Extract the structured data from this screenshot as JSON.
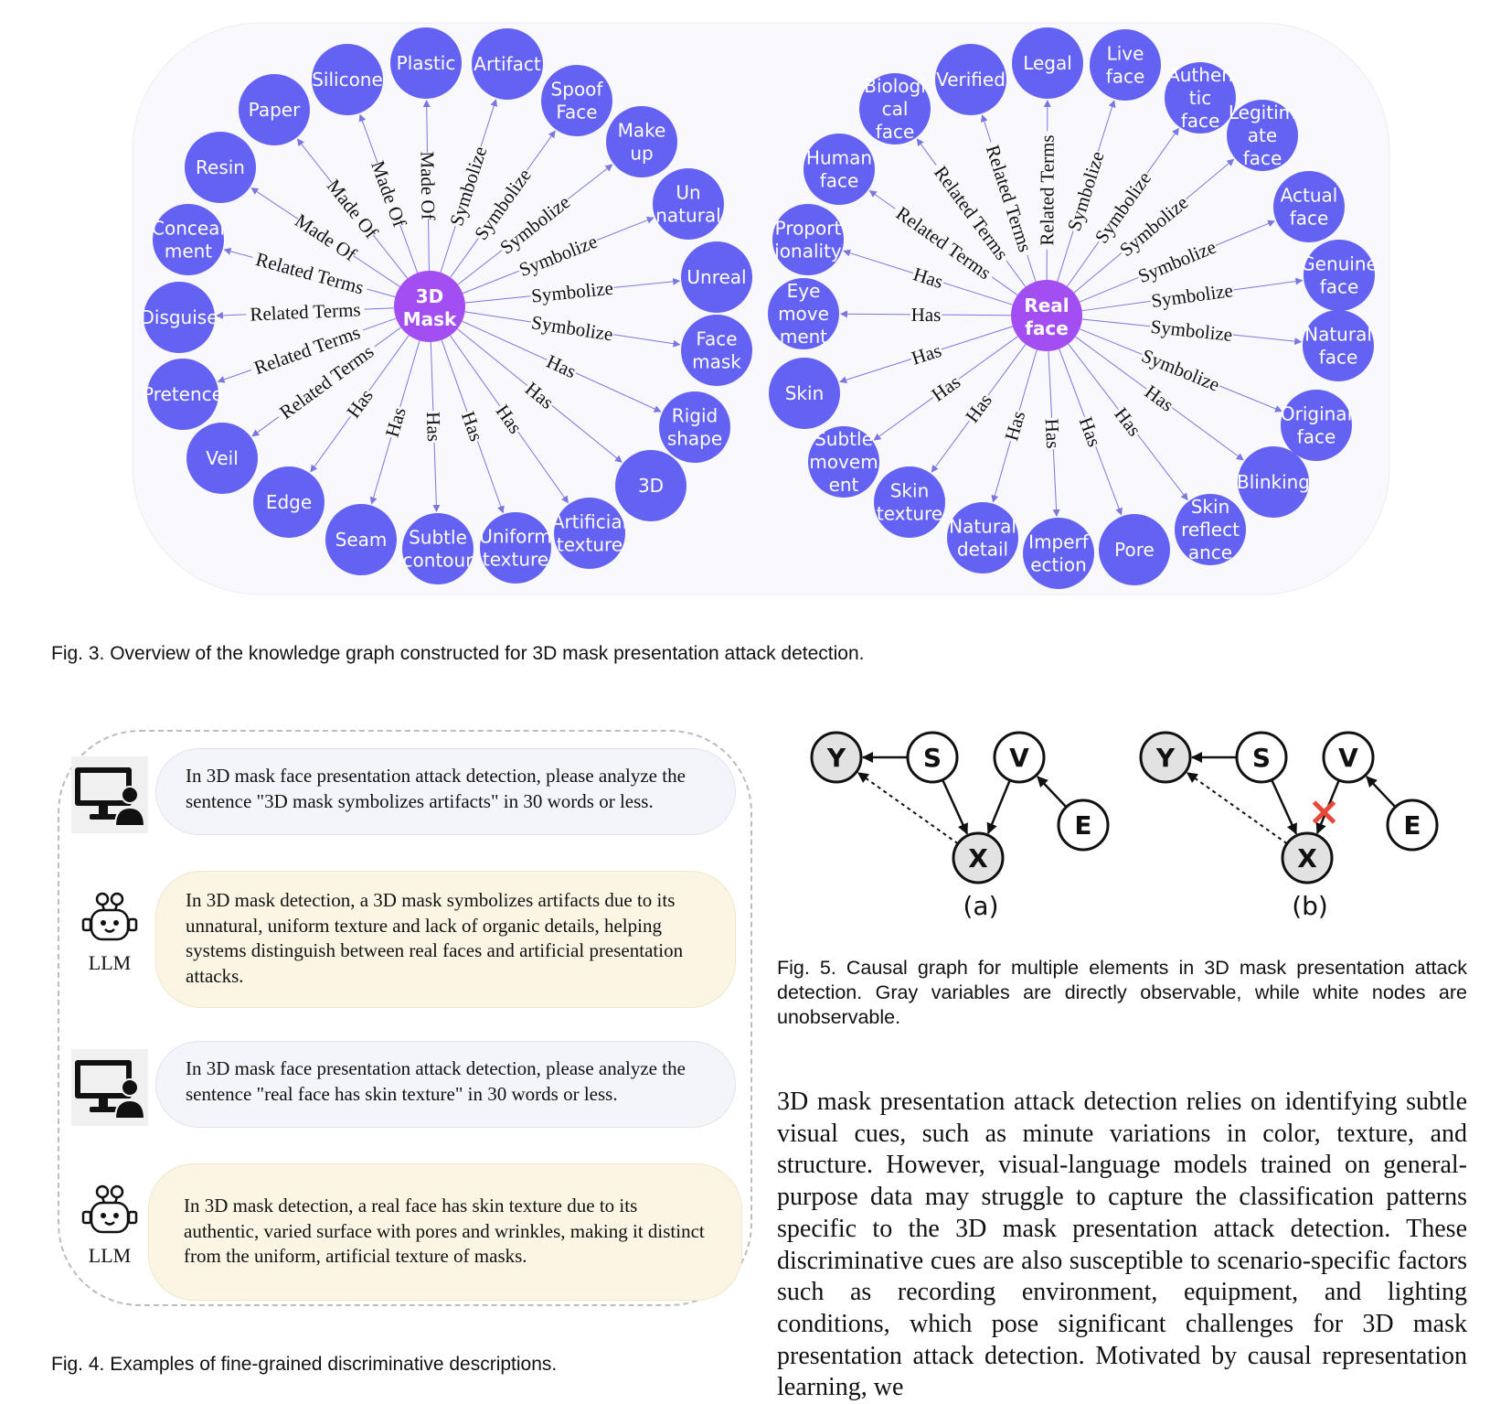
{
  "fig3": {
    "caption": "Fig. 3. Overview of the knowledge graph constructed for 3D mask presentation attack detection.",
    "mask_graph": {
      "center": "3D Mask",
      "nodes": [
        {
          "label": "Paper",
          "relation": "Made Of"
        },
        {
          "label": "Silicone",
          "relation": "Made Of"
        },
        {
          "label": "Plastic",
          "relation": "Made Of"
        },
        {
          "label": "Artifact",
          "relation": "Symbolize"
        },
        {
          "label": "Spoof Face",
          "relation": "Symbolize"
        },
        {
          "label": "Make up",
          "relation": "Symbolize"
        },
        {
          "label": "Un natural",
          "relation": "Symbolize"
        },
        {
          "label": "Unreal",
          "relation": "Symbolize"
        },
        {
          "label": "Face mask",
          "relation": "Symbolize"
        },
        {
          "label": "Rigid shape",
          "relation": "Has"
        },
        {
          "label": "3D",
          "relation": "Has"
        },
        {
          "label": "Artificial texture",
          "relation": "Has"
        },
        {
          "label": "Uniform texture",
          "relation": "Has"
        },
        {
          "label": "Subtle contour",
          "relation": "Has"
        },
        {
          "label": "Seam",
          "relation": "Has"
        },
        {
          "label": "Edge",
          "relation": "Has"
        },
        {
          "label": "Veil",
          "relation": "Related Terms"
        },
        {
          "label": "Pretence",
          "relation": "Related Terms"
        },
        {
          "label": "Disguise",
          "relation": "Related Terms"
        },
        {
          "label": "Conceal ment",
          "relation": "Related Terms"
        },
        {
          "label": "Resin",
          "relation": "Made Of"
        }
      ]
    },
    "real_graph": {
      "center": "Real face",
      "nodes": [
        {
          "label": "Biologi cal face",
          "relation": "Related Terms"
        },
        {
          "label": "Verified",
          "relation": "Related Terms"
        },
        {
          "label": "Legal",
          "relation": "Related Terms"
        },
        {
          "label": "Live face",
          "relation": "Symbolize"
        },
        {
          "label": "Authen tic face",
          "relation": "Symbolize"
        },
        {
          "label": "Legitim ate face",
          "relation": "Symbolize"
        },
        {
          "label": "Actual face",
          "relation": "Symbolize"
        },
        {
          "label": "Genuine face",
          "relation": "Symbolize"
        },
        {
          "label": "Natural face",
          "relation": "Symbolize"
        },
        {
          "label": "Original face",
          "relation": "Symbolize"
        },
        {
          "label": "Blinking",
          "relation": "Has"
        },
        {
          "label": "Skin reflect ance",
          "relation": "Has"
        },
        {
          "label": "Pore",
          "relation": "Has"
        },
        {
          "label": "Imperf ection",
          "relation": "Has"
        },
        {
          "label": "Natural detail",
          "relation": "Has"
        },
        {
          "label": "Skin texture",
          "relation": "Has"
        },
        {
          "label": "Subtle movem ent",
          "relation": "Has"
        },
        {
          "label": "Skin",
          "relation": "Has"
        },
        {
          "label": "Eye move ment",
          "relation": "Has"
        },
        {
          "label": "Proport ionality",
          "relation": "Has"
        },
        {
          "label": "Human face",
          "relation": "Related Terms"
        }
      ]
    },
    "colors": {
      "node": "#6462f2",
      "center": "#a24ef0",
      "edge": "#7a78e0",
      "panel": "#f8f8fd"
    }
  },
  "fig4": {
    "caption": "Fig. 4. Examples of fine-grained discriminative descriptions.",
    "llm_label": "LLM",
    "messages": [
      {
        "role": "user",
        "text": "In 3D mask face presentation attack detection, please analyze the sentence \"3D mask symbolizes artifacts\" in 30 words or less."
      },
      {
        "role": "llm",
        "text": "In 3D mask detection, a 3D mask symbolizes artifacts due to its unnatural, uniform texture and lack of organic details, helping systems distinguish between real faces and artificial presentation attacks."
      },
      {
        "role": "user",
        "text": "In 3D mask face presentation attack detection, please analyze the sentence \"real face has skin texture\" in 30 words or less."
      },
      {
        "role": "llm",
        "text": "In 3D mask detection, a real face has skin texture due to its authentic, varied surface with pores and wrinkles, making it distinct from the uniform, artificial texture of masks."
      }
    ]
  },
  "fig5": {
    "caption": "Fig. 5. Causal graph for multiple elements in 3D mask presentation attack detection. Gray variables are directly observable, while white nodes are unobservable.",
    "subfig_a": "(a)",
    "subfig_b": "(b)",
    "nodes": {
      "Y": "Y",
      "S": "S",
      "V": "V",
      "E": "E",
      "X": "X"
    },
    "colors": {
      "observed": "#e2e2e2",
      "cut": "#e8483a"
    }
  },
  "body": {
    "paragraph": "3D mask presentation attack detection relies on identify­ing subtle visual cues, such as minute variations in color, texture, and structure. However, visual-language models trained on general-purpose data may struggle to capture the classification patterns specific to the 3D mask presen­tation attack detection. These discriminative cues are also susceptible to scenario-specific factors such as recording environment, equipment, and lighting conditions, which pose significant challenges for 3D mask presentation attack detection. Motivated by causal representation learning, we"
  }
}
